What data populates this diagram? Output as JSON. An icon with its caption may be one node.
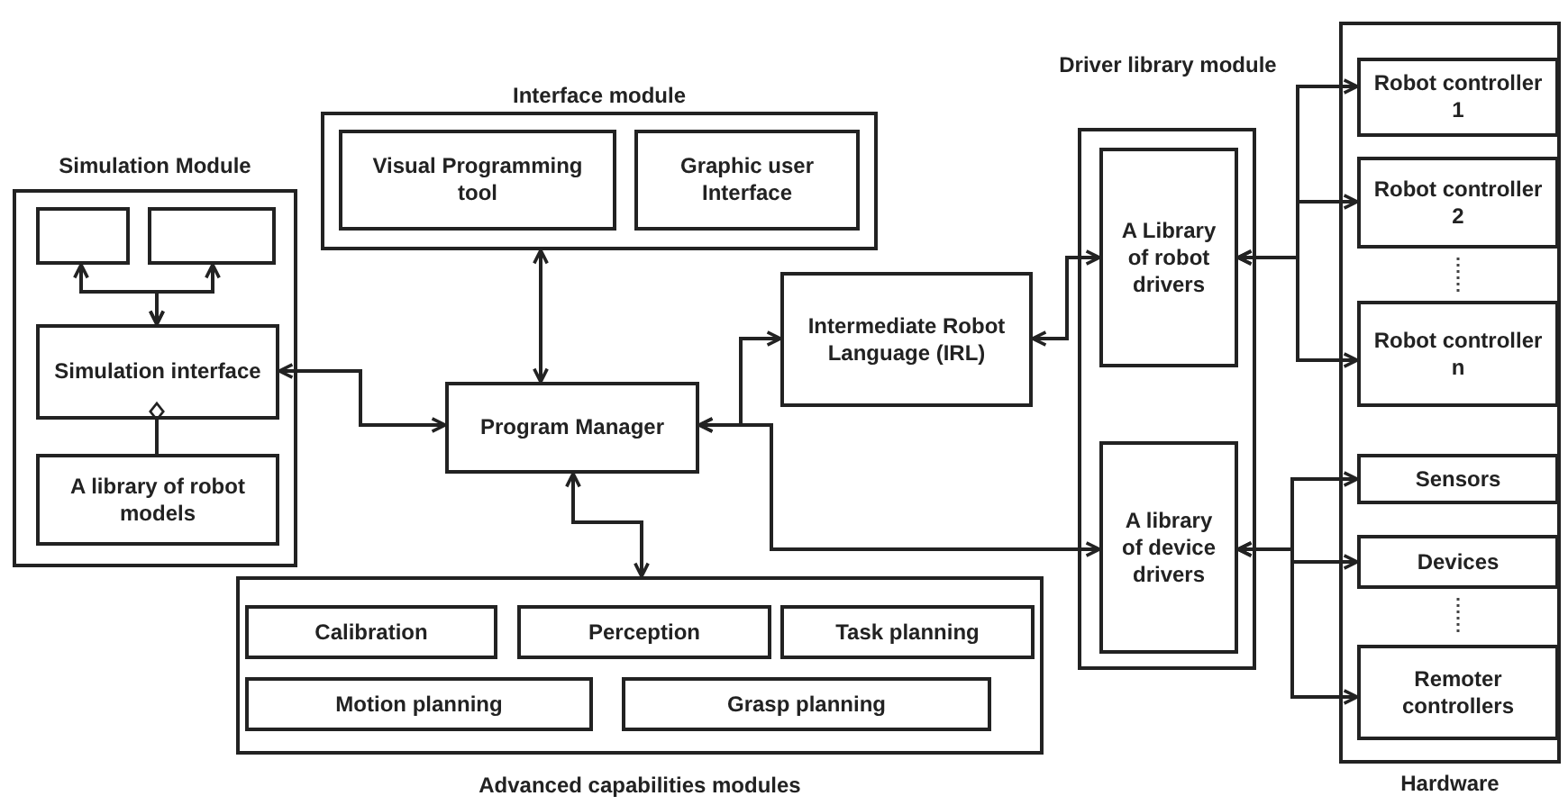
{
  "diagram": {
    "nodes": [
      {
        "text": [
          "Simulation Module"
        ]
      },
      {
        "text": [],
        "shape": "box",
        "in": 0
      },
      {
        "text": [],
        "shape": "box",
        "in": 0
      },
      {
        "text": [
          "Simulation interface"
        ],
        "in": 0
      },
      {
        "text": [
          "A library of robot models"
        ],
        "in": 0
      },
      {
        "text": [
          "Interface module"
        ]
      },
      {
        "text": [
          "Visual Programming tool"
        ],
        "in": 5
      },
      {
        "text": [
          "Graphic user Interface"
        ],
        "in": 5
      },
      {
        "text": [
          "Program Manager"
        ]
      },
      {
        "text": [
          "Intermediate Robot Language (IRL)"
        ]
      },
      {
        "text": [
          "Driver library module"
        ]
      },
      {
        "text": [
          "A Library of robot drivers"
        ],
        "in": 10
      },
      {
        "text": [
          "A library of device drivers"
        ],
        "in": 10
      },
      {
        "text": [
          "Hardware"
        ]
      },
      {
        "text": [
          "Robot controller 1"
        ],
        "in": 13
      },
      {
        "text": [
          "Robot controller 2"
        ],
        "in": 13
      },
      {
        "text": [
          "Robot controller n"
        ],
        "in": 13
      },
      {
        "text": [
          "Sensors"
        ],
        "in": 13
      },
      {
        "text": [
          "Devices"
        ],
        "in": 13
      },
      {
        "text": [
          "Remoter controllers"
        ],
        "in": 13
      },
      {
        "text": [
          "Advanced capabilities modules"
        ]
      },
      {
        "text": [
          "Calibration"
        ],
        "in": 20
      },
      {
        "text": [
          "Perception"
        ],
        "in": 20
      },
      {
        "text": [
          "Task planning"
        ],
        "in": 20
      },
      {
        "text": [
          "Motion planning"
        ],
        "in": 20
      },
      {
        "text": [
          "Grasp planning"
        ],
        "in": 20
      }
    ],
    "edges": [
      {
        "from": 3,
        "to": 1,
        "arrow": "both"
      },
      {
        "from": 3,
        "to": 2,
        "arrow": "both"
      },
      {
        "from": 3,
        "to": 4,
        "arrow": "other"
      },
      {
        "from": 3,
        "to": 8,
        "arrow": "both"
      },
      {
        "from": 5,
        "to": 8,
        "arrow": "both"
      },
      {
        "from": 8,
        "to": 20,
        "arrow": "both"
      },
      {
        "from": 8,
        "to": 9,
        "arrow": "both"
      },
      {
        "from": 8,
        "to": 12,
        "arrow": "both"
      },
      {
        "from": 9,
        "to": 11,
        "arrow": "both"
      },
      {
        "from": 11,
        "to": 14,
        "arrow": "both"
      },
      {
        "from": 11,
        "to": 15,
        "arrow": "both"
      },
      {
        "from": 11,
        "to": 16,
        "arrow": "both"
      },
      {
        "from": 12,
        "to": 17,
        "arrow": "both"
      },
      {
        "from": 12,
        "to": 18,
        "arrow": "both"
      },
      {
        "from": 12,
        "to": 19,
        "arrow": "both"
      }
    ]
  }
}
